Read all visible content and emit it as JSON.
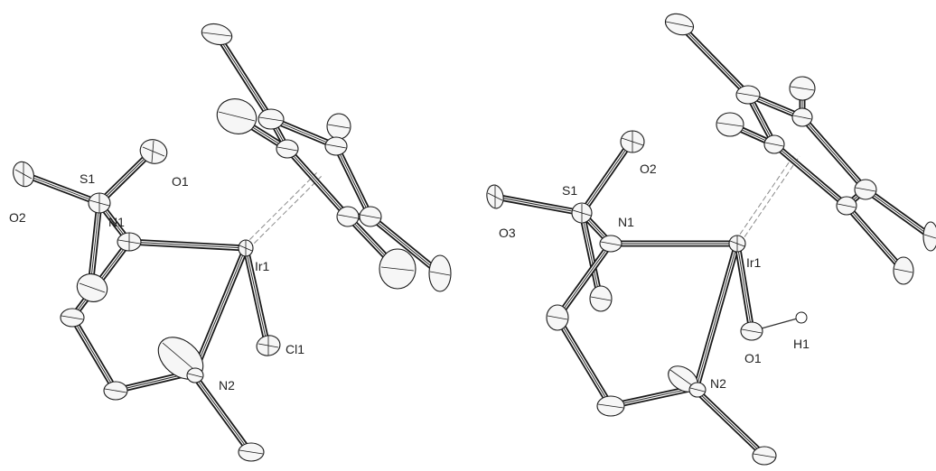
{
  "figure": {
    "panels": [
      {
        "id": "left",
        "labels": {
          "S1": "S1",
          "O1": "O1",
          "O2": "O2",
          "N1": "N1",
          "Ir1": "Ir1",
          "Cl1": "Cl1",
          "N2": "N2"
        }
      },
      {
        "id": "right",
        "labels": {
          "S1": "S1",
          "O2": "O2",
          "O3": "O3",
          "N1": "N1",
          "Ir1": "Ir1",
          "O1": "O1",
          "H1": "H1",
          "N2": "N2"
        }
      }
    ],
    "colors": {
      "ink": "#1a1a1a",
      "label": "#222222",
      "dashed": "#8a8a8a",
      "background": "#ffffff"
    }
  }
}
